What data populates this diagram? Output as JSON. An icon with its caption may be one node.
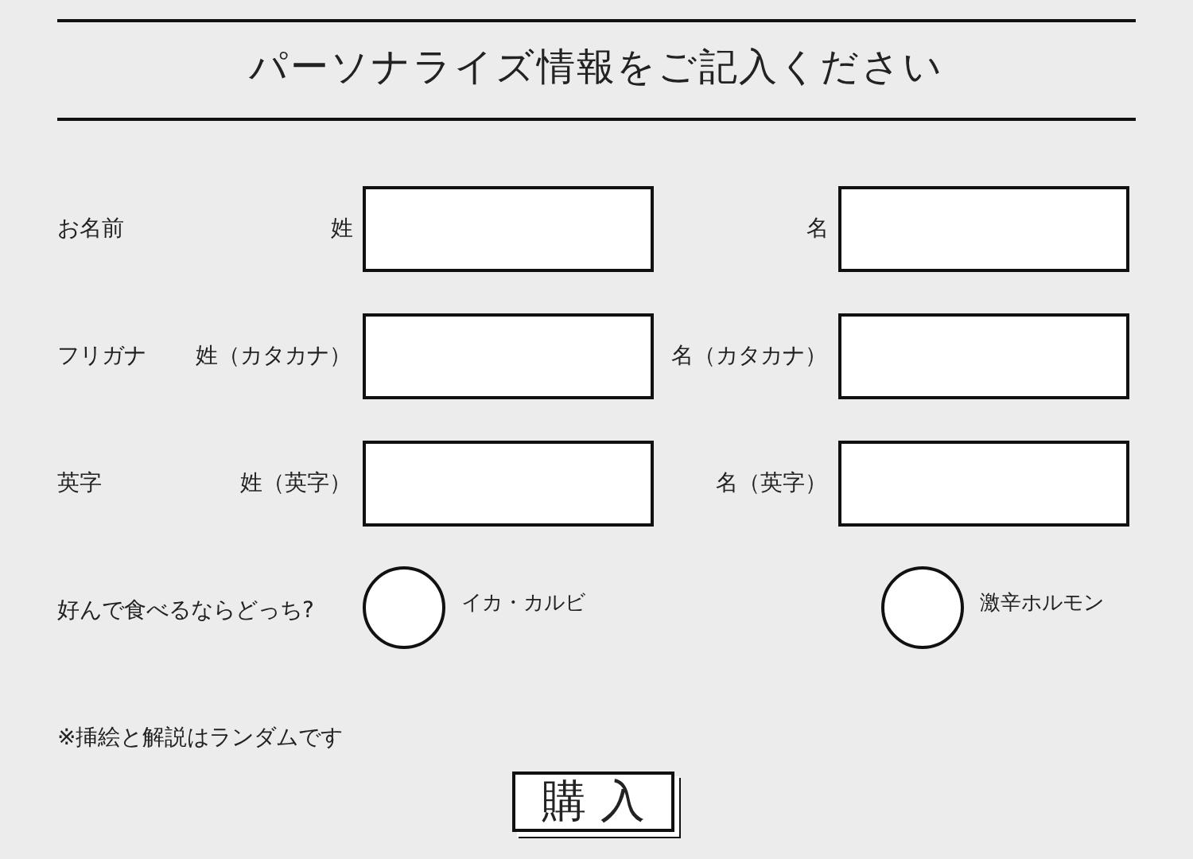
{
  "diagram": {
    "title": "パーソナライズ情報をご記入ください",
    "nodes": [
      {
        "text": [
          "購 入"
        ]
      }
    ],
    "labels": [
      "お名前",
      "姓",
      "名",
      "フリガナ",
      "姓（カタカナ）",
      "名（カタカナ）",
      "英字",
      "姓（英字）",
      "名（英字）",
      "好んで食べるならどっち?",
      "イカ・カルビ",
      "激辛ホルモン",
      "※挿絵と解説はランダムです"
    ]
  }
}
